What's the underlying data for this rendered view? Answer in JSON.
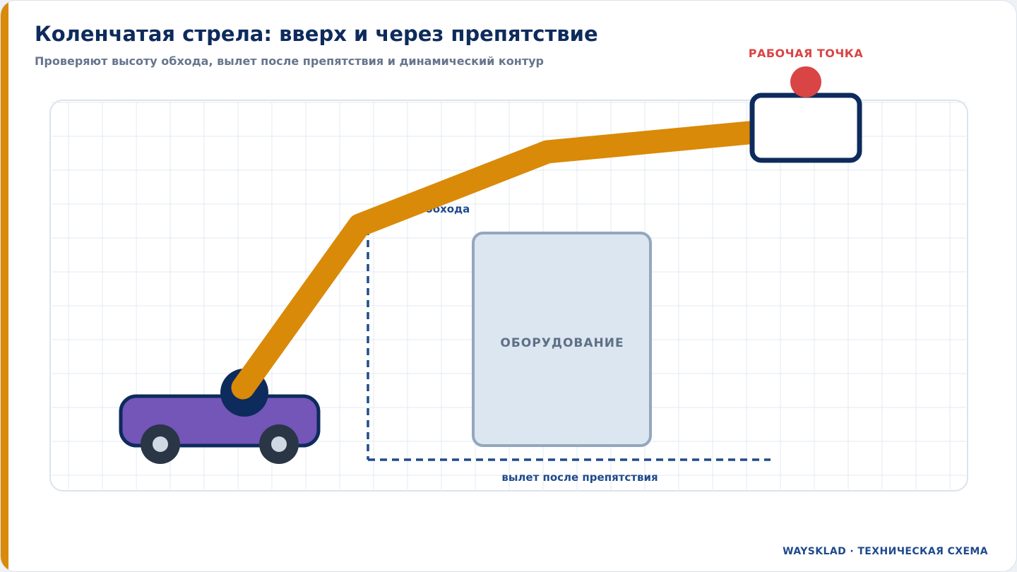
{
  "header": {
    "title": "Коленчатая стрела: вверх и через препятствие",
    "subtitle": "Проверяют высоту обхода, вылет после препятствия и динамический контур"
  },
  "diagram": {
    "work_point_label": "РАБОЧАЯ ТОЧКА",
    "obstacle_label": "ОБОРУДОВАНИЕ",
    "bypass_height_label": "высота обхода",
    "outreach_label": "вылет после препятствия"
  },
  "footer": {
    "brand": "WAYSKLAD · ТЕХНИЧЕСКАЯ СХЕМА"
  },
  "colors": {
    "accent": "#d98a08",
    "navy": "#0d2b5c",
    "vehicle": "#7455b8",
    "obstacle_fill": "#dce6f0",
    "obstacle_stroke": "#93a7bd",
    "work_point": "#d94444",
    "dim_line": "#1f4a8c",
    "grid": "#e3eaf1"
  }
}
